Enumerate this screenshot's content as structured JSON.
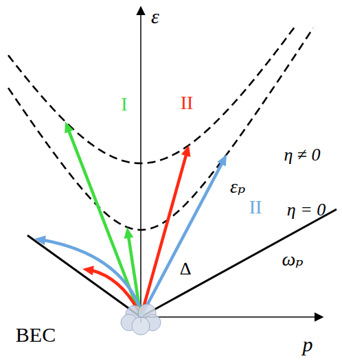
{
  "diagram": {
    "labels": [
      "ε",
      "I",
      "II",
      "η ≠ 0",
      "εₚ",
      "II",
      "η = 0",
      "Δ",
      "ωₚ",
      "BEC",
      "p"
    ]
  }
}
